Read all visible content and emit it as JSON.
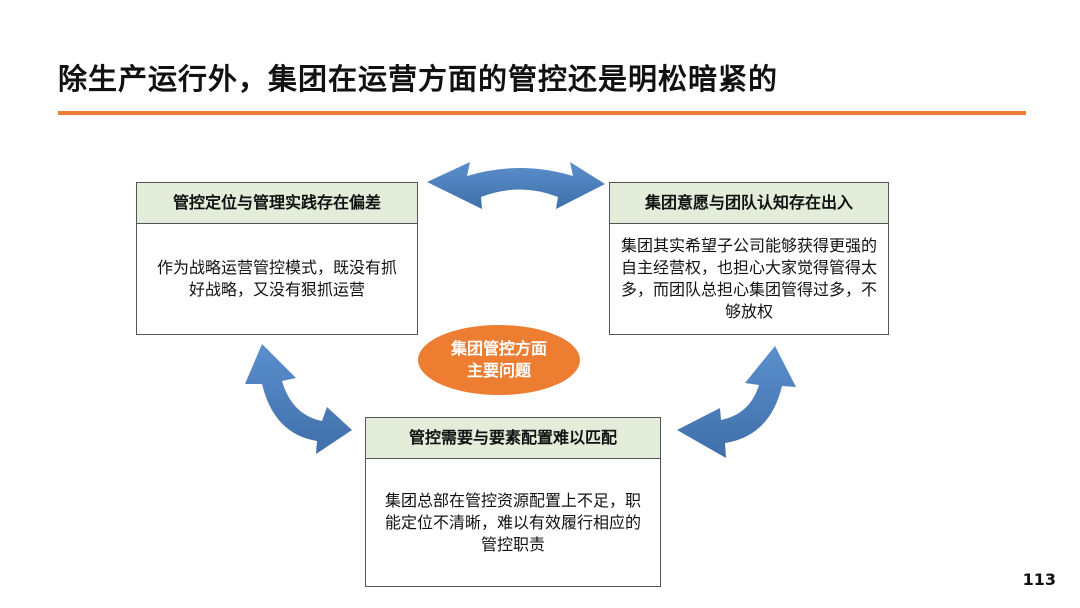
{
  "title": "除生产运行外，集团在运营方面的管控还是明松暗紧的",
  "center": {
    "line1": "集团管控方面",
    "line2": "主要问题"
  },
  "boxes": {
    "left": {
      "header": "管控定位与管理实践存在偏差",
      "body": "作为战略运营管控模式，既没有抓好战略，又没有狠抓运营"
    },
    "right": {
      "header": "集团意愿与团队认知存在出入",
      "body": "集团其实希望子公司能够获得更强的自主经营权，也担心大家觉得管得太多，而团队总担心集团管得过多，不够放权"
    },
    "bottom": {
      "header": "管控需要与要素配置难以匹配",
      "body": "集团总部在管控资源配置上不足，职能定位不清晰，难以有效履行相应的管控职责"
    }
  },
  "page_number": "113",
  "colors": {
    "accent": "#ED7D31",
    "arrow": "#4F81BD",
    "header_fill": "#E4EDD9"
  }
}
